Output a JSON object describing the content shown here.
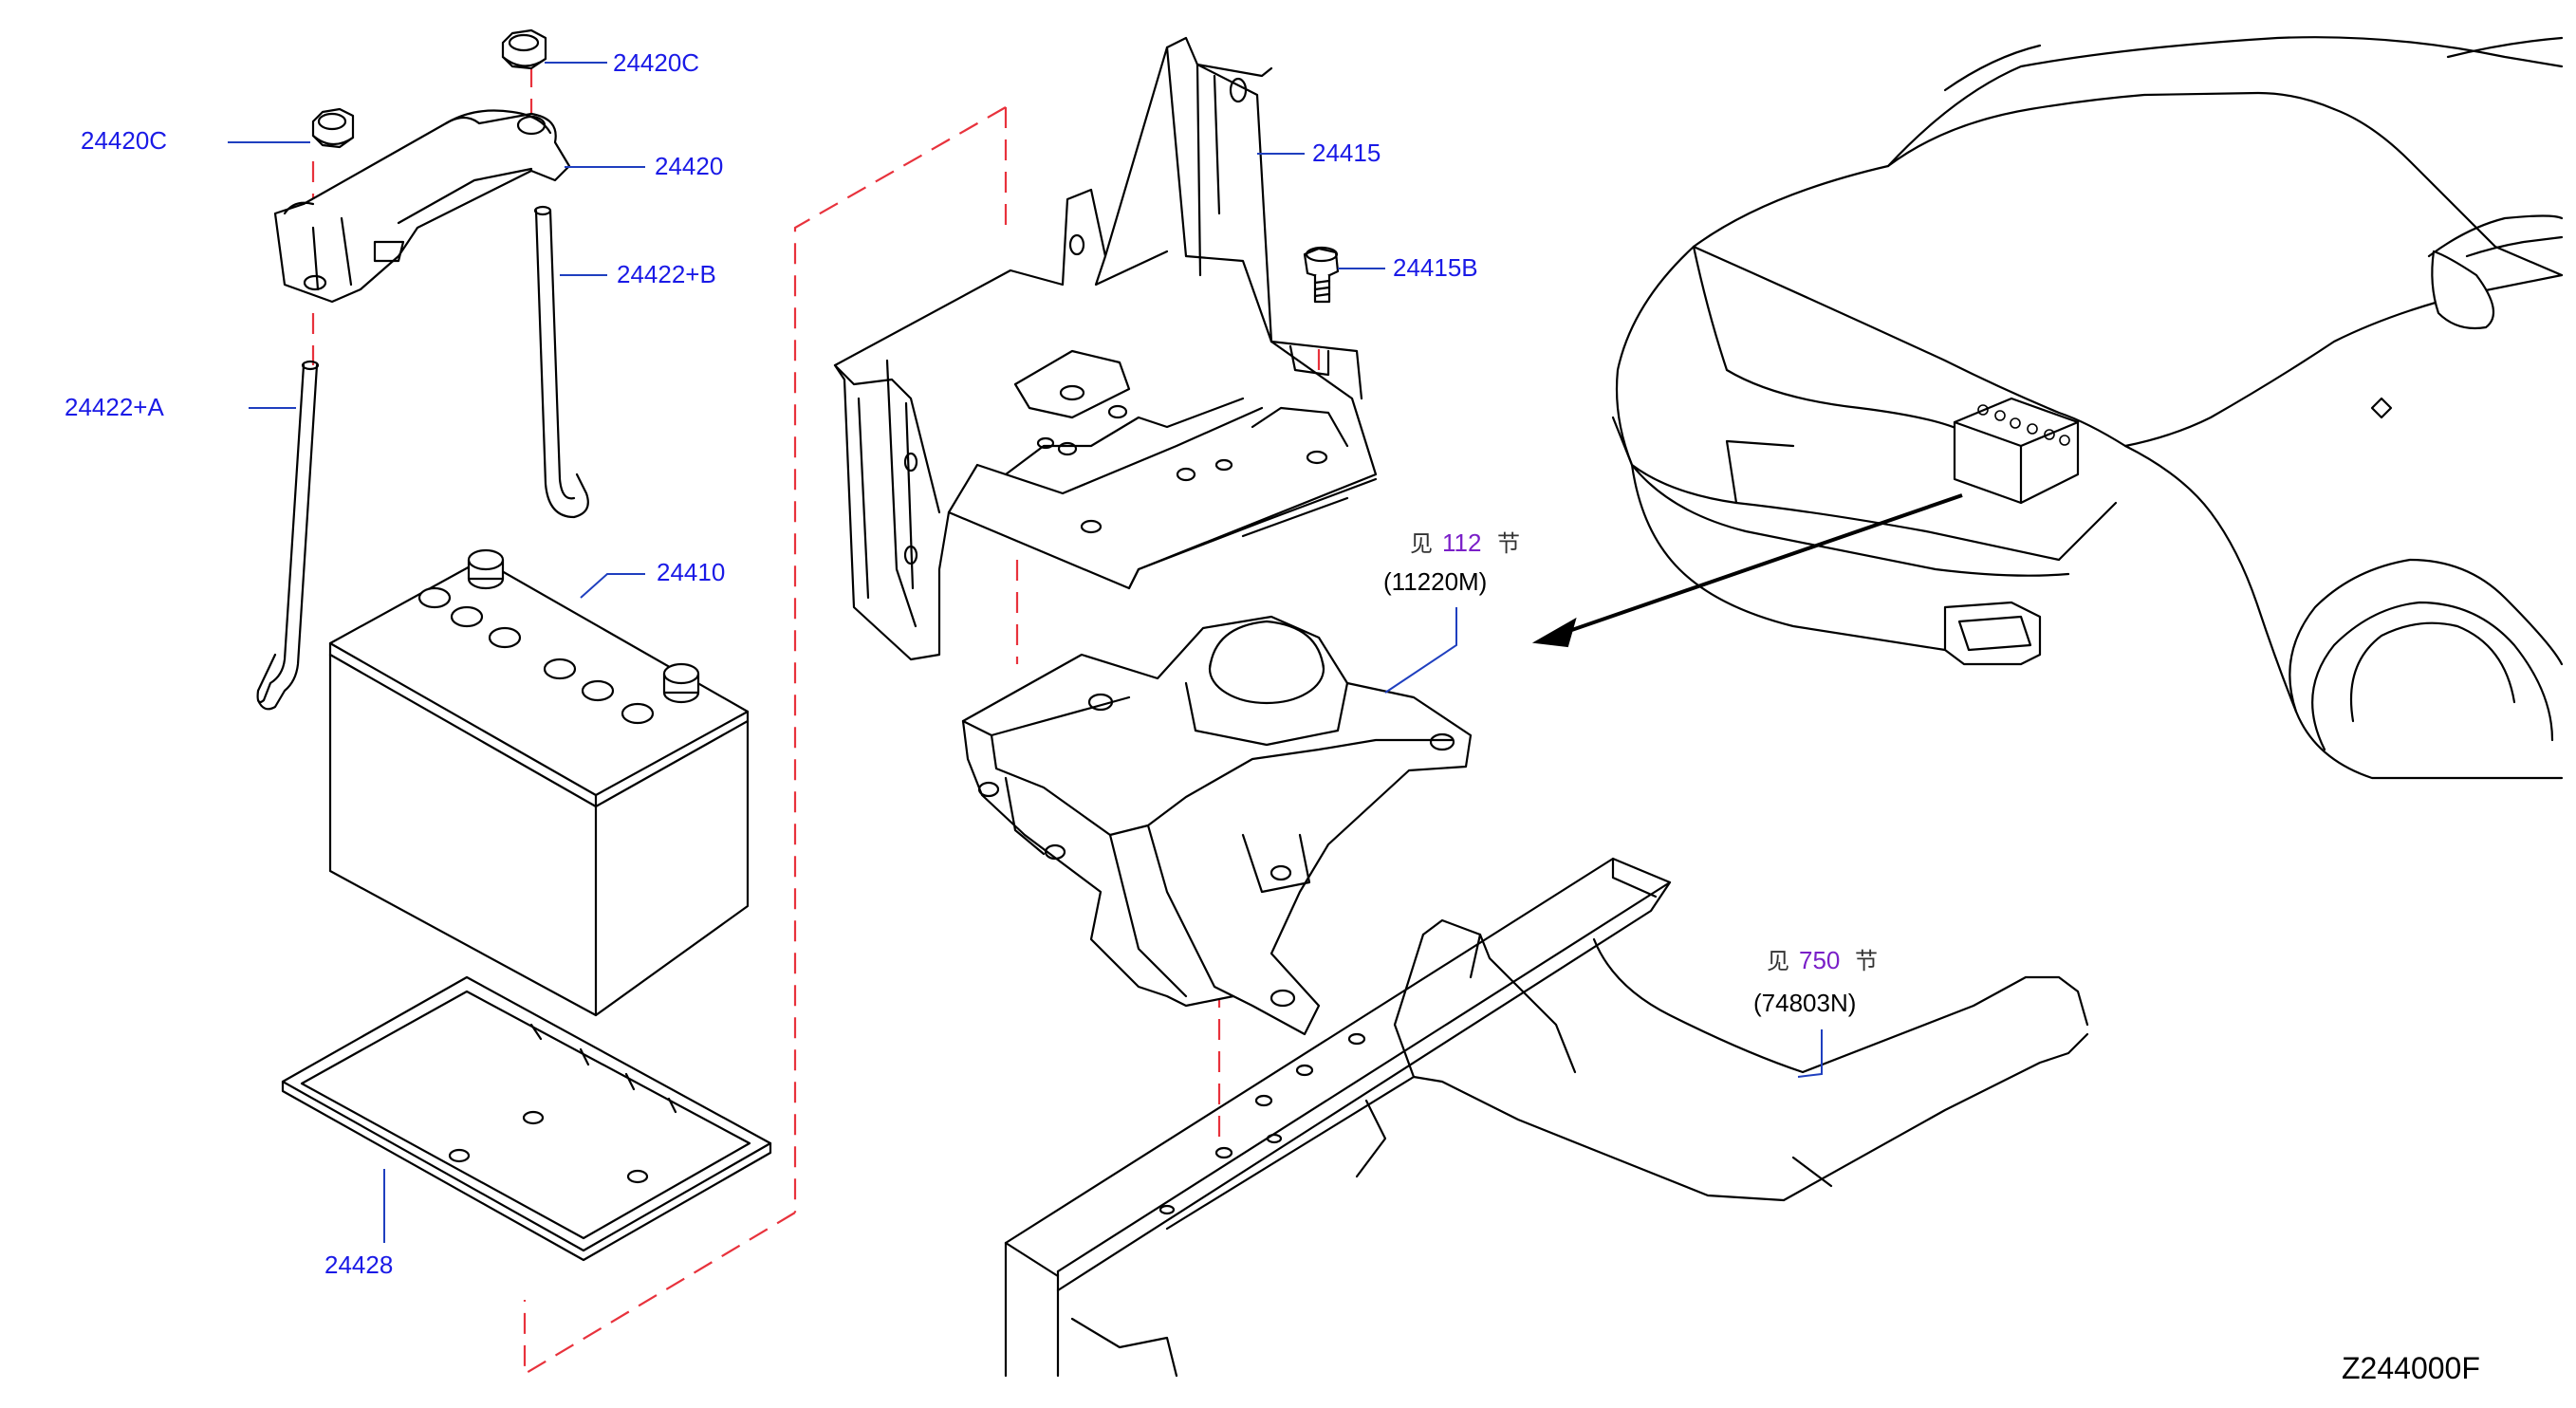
{
  "parts": [
    {
      "id": "24420C-a",
      "label": "24420C"
    },
    {
      "id": "24420C-b",
      "label": "24420C"
    },
    {
      "id": "24420",
      "label": "24420"
    },
    {
      "id": "24415",
      "label": "24415"
    },
    {
      "id": "24415B",
      "label": "24415B"
    },
    {
      "id": "24422B",
      "label": "24422+B"
    },
    {
      "id": "24422A",
      "label": "24422+A"
    },
    {
      "id": "24410",
      "label": "24410"
    },
    {
      "id": "24428",
      "label": "24428"
    }
  ],
  "references": [
    {
      "see": "见",
      "section": "112",
      "unit": "节",
      "code": "(11220M)"
    },
    {
      "see": "见",
      "section": "750",
      "unit": "节",
      "code": "(74803N)"
    }
  ],
  "diagram_code": "Z244000F",
  "colors": {
    "label": "#1a1ae6",
    "dash": "#e8323c",
    "section": "#7a1fc8",
    "line": "#000000"
  }
}
